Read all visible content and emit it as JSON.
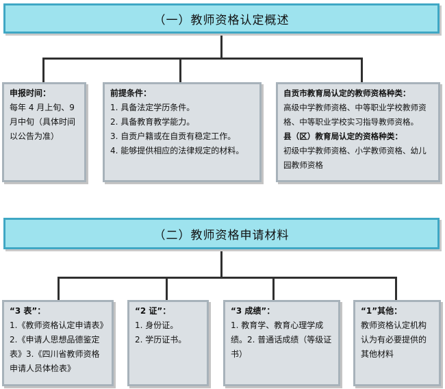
{
  "section1": {
    "title": "（一）教师资格认定概述",
    "boxes": [
      {
        "title": "申报时间：",
        "lines": [
          "每年 4 月上旬、9",
          "月中旬（具体时间",
          "以公告为准）"
        ]
      },
      {
        "title": "前提条件：",
        "lines": [
          "1. 具备法定学历条件。",
          "2. 具备教育教学能力。",
          "3. 自贡户籍或在自贡有稳定工作。",
          "4. 能够提供相应的法律规定的材料。"
        ]
      },
      {
        "title": "自贡市教育局认定的教师资格种类：",
        "lines": [
          "高级中学教师资格、中等职业学校教师资",
          "格、中等职业学校实习指导教师资格。"
        ],
        "title2": "县（区）教育局认定的资格种类：",
        "lines2": [
          "初级中学教师资格、小学教师资格、幼儿",
          "园教师资格"
        ]
      }
    ]
  },
  "section2": {
    "title": "（二）教师资格申请材料",
    "boxes": [
      {
        "title": "“3 表”：",
        "lines": [
          "1.《教师资格认定申请表》",
          "2.《申请人思想品德鉴定",
          "表》3.《四川省教师资格",
          "申请人员体检表》"
        ]
      },
      {
        "title": "“2 证”：",
        "lines": [
          "1. 身份证。",
          "2. 学历证书。"
        ]
      },
      {
        "title": "“3 成绩”：",
        "lines": [
          "1. 教育学、教育心理学成",
          "绩。2. 普通话成绩（等级证",
          "书）"
        ]
      },
      {
        "title": "“1”其他：",
        "lines": [
          "教师资格认定机构",
          "认为有必要提供的",
          "其他材料"
        ]
      }
    ]
  }
}
